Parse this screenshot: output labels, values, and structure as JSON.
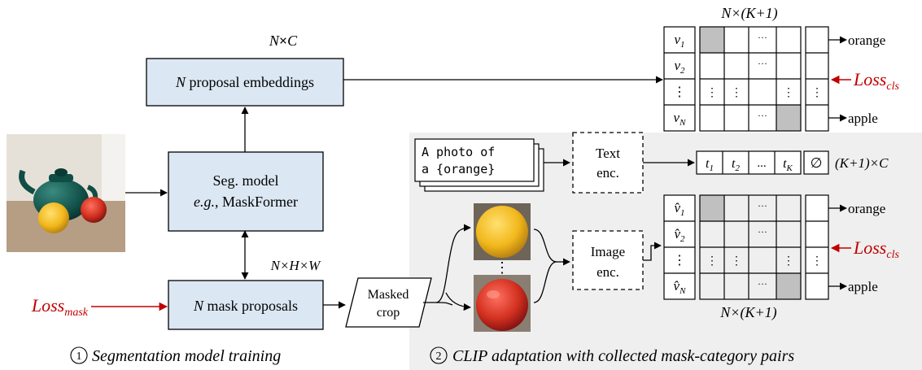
{
  "section_1": {
    "number": "1",
    "caption": "Segmentation model training"
  },
  "section_2": {
    "number": "2",
    "caption": "CLIP adaptation with collected mask-category pairs"
  },
  "proposal_embeddings": {
    "label_italic": "N",
    "label_rest": " proposal embeddings",
    "dim_n": "N",
    "dim_times": "×",
    "dim_c": "C"
  },
  "seg_model": {
    "line1": "Seg. model",
    "line2_italic": "e.g.",
    "line2_rest": ", MaskFormer"
  },
  "mask_proposals": {
    "label_italic": "N",
    "label_rest": " mask proposals",
    "dims": "N×H×W"
  },
  "loss_mask": {
    "main": "Loss",
    "sub": "mask"
  },
  "masked_crop": {
    "line1": "Masked",
    "line2": "crop"
  },
  "text_prompt": {
    "line1": "A photo of",
    "line2": "a {orange}"
  },
  "text_encoder": {
    "line1": "Text",
    "line2": "enc."
  },
  "image_encoder": {
    "line1": "Image",
    "line2": "enc."
  },
  "text_embeddings": {
    "cells": [
      {
        "main": "t",
        "sub": "1"
      },
      {
        "main": "t",
        "sub": "2"
      },
      {
        "main": "...",
        "sub": ""
      },
      {
        "main": "t",
        "sub": "K"
      }
    ],
    "empty_symbol": "∅",
    "dims": "(K+1)×C"
  },
  "top_matrix": {
    "dims": "N×(K+1)",
    "rows": [
      {
        "main": "v",
        "sub": "1"
      },
      {
        "main": "v",
        "sub": "2"
      },
      {
        "main": "⋮",
        "sub": ""
      },
      {
        "main": "v",
        "sub": "N"
      }
    ],
    "ellipsis": "···",
    "vdots": "⋮",
    "label_top": "orange",
    "label_bottom": "apple",
    "loss": {
      "main": "Loss",
      "sub": "cls"
    }
  },
  "bottom_matrix": {
    "dims": "N×(K+1)",
    "rows": [
      {
        "main": "v̂",
        "sub": "1"
      },
      {
        "main": "v̂",
        "sub": "2"
      },
      {
        "main": "⋮",
        "sub": ""
      },
      {
        "main": "v̂",
        "sub": "N"
      }
    ],
    "ellipsis": "···",
    "vdots": "⋮",
    "label_top": "orange",
    "label_bottom": "apple",
    "loss": {
      "main": "Loss",
      "sub": "cls"
    }
  },
  "crops": {
    "vdots": "⋮"
  },
  "colors": {
    "box_fill": "#dbe7f3",
    "panel_fill": "#efefef",
    "accent_red": "#c00000",
    "highlight_cell": "#c0c0c0"
  }
}
